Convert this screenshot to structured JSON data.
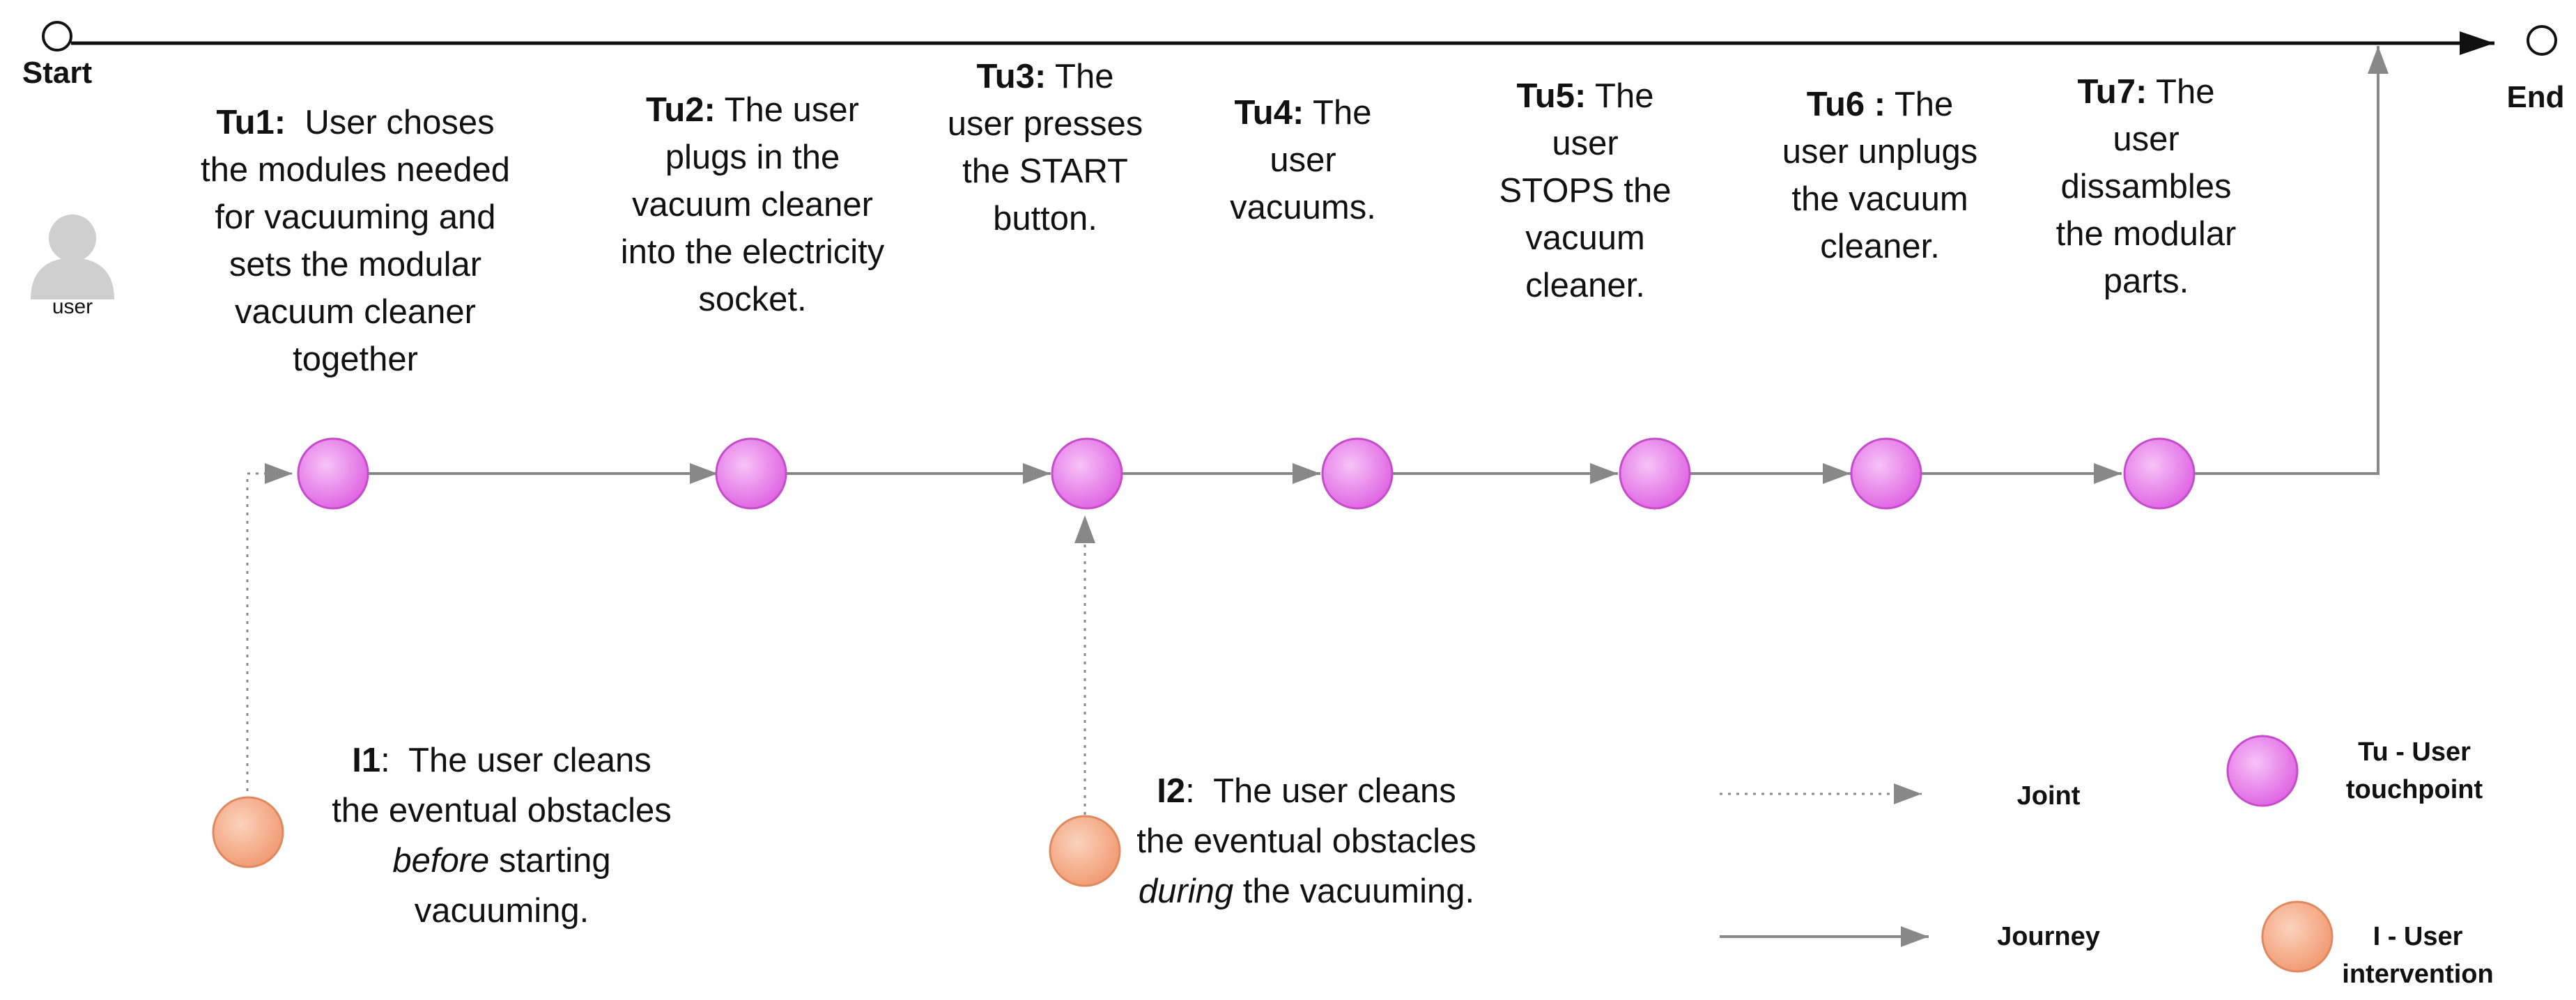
{
  "flow": {
    "start_label": "Start",
    "end_label": "End"
  },
  "actor": {
    "icon": "user-icon",
    "caption": "user"
  },
  "touchpoints": [
    {
      "id": "Tu1",
      "sep": ":",
      "text": "User choses the modules needed for vacuuming and sets the modular vacuum cleaner together"
    },
    {
      "id": "Tu2",
      "sep": ":",
      "text": "The user plugs in the vacuum cleaner into the electricity socket."
    },
    {
      "id": "Tu3",
      "sep": ":",
      "text": "The user presses the START button."
    },
    {
      "id": "Tu4",
      "sep": ":",
      "text": "The user vacuums."
    },
    {
      "id": "Tu5",
      "sep": ":",
      "text": "The user STOPS the vacuum cleaner."
    },
    {
      "id": "Tu6",
      "sep": " :",
      "text": "The user unplugs the vacuum cleaner."
    },
    {
      "id": "Tu7",
      "sep": ":",
      "text": "The user dissambles the modular parts."
    }
  ],
  "interventions": [
    {
      "id": "I1",
      "sep": ":",
      "text_before": "The user cleans the eventual obstacles",
      "emphasis": "before",
      "text_after": "starting vacuuming."
    },
    {
      "id": "I2",
      "sep": ":",
      "text_before": "The user cleans the eventual obstacles",
      "emphasis": "during",
      "text_after": "the vacuuming."
    }
  ],
  "legend": {
    "joint": "Joint",
    "journey": "Journey",
    "touchpoint": "Tu - User touchpoint",
    "intervention": "I - User intervention"
  },
  "colors": {
    "touchpoint_fill": "#e46be6",
    "touchpoint_stroke": "#c64ccb",
    "intervention_fill": "#f4a884",
    "intervention_stroke": "#e0895f",
    "journey_line": "#888888",
    "main_line": "#111111"
  }
}
